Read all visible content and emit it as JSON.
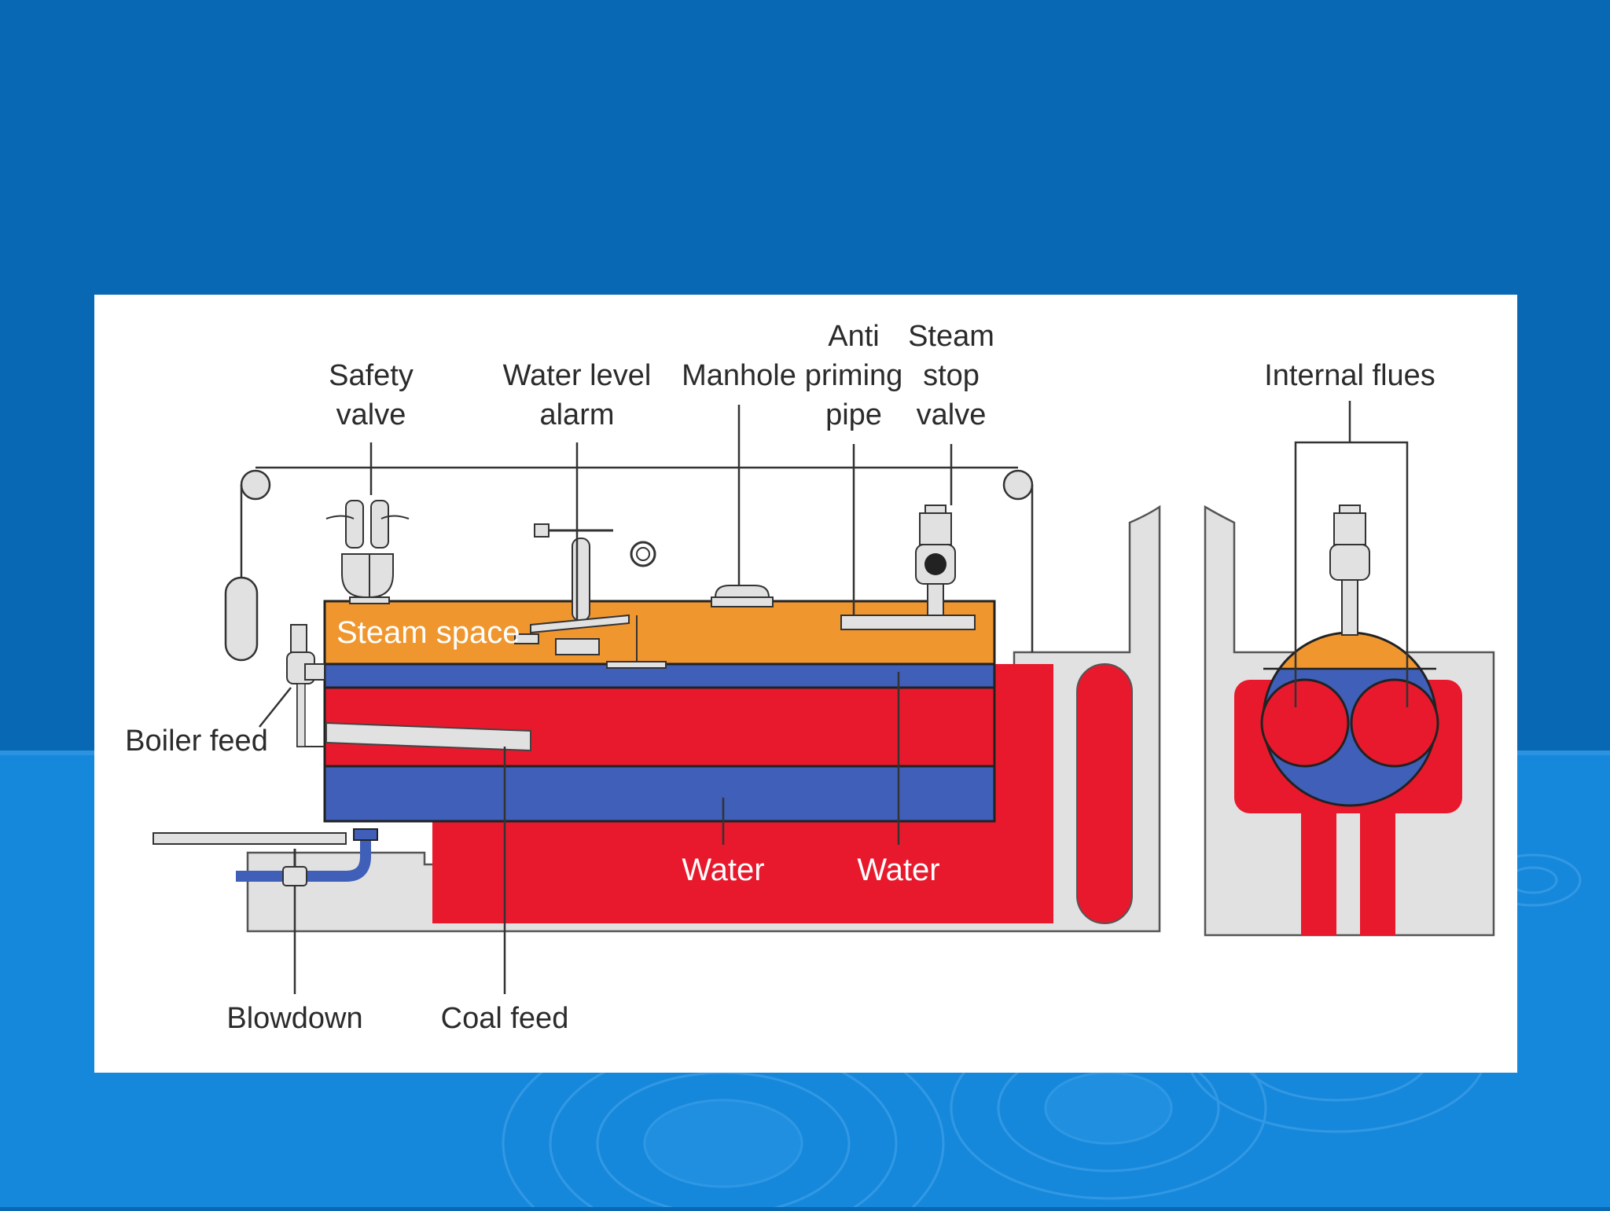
{
  "colors": {
    "slide_top": "#0868b4",
    "slide_bottom": "#1688dc",
    "steam_space": "#f0962f",
    "water": "#3f5fb8",
    "fire": "#e8192c",
    "casing": "#e1e1e1"
  },
  "labels": {
    "safety_valve": [
      "Safety",
      "valve"
    ],
    "water_level_alarm": [
      "Water level",
      "alarm"
    ],
    "manhole": "Manhole",
    "anti_priming_pipe": [
      "Anti",
      "priming",
      "pipe"
    ],
    "steam_stop_valve": [
      "Steam",
      "stop",
      "valve"
    ],
    "internal_flues": "Internal flues",
    "boiler_feed": "Boiler feed",
    "blowdown": "Blowdown",
    "coal_feed": "Coal feed",
    "steam_space": "Steam space",
    "water_1": "Water",
    "water_2": "Water"
  }
}
